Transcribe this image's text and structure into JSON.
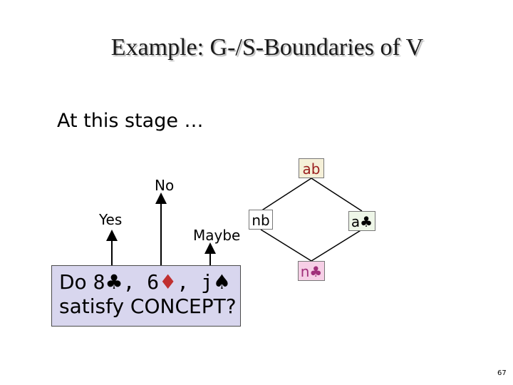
{
  "slide": {
    "title": "Example: G-/S-Boundaries of V",
    "subtitle": "At this stage …",
    "page_number": "67"
  },
  "answers": {
    "no": "No",
    "yes": "Yes",
    "maybe": "Maybe"
  },
  "question": {
    "prefix": "Do ",
    "instances": [
      {
        "rank": "8",
        "suit": "♣",
        "sep": ", "
      },
      {
        "rank": "6",
        "suit": "♦",
        "sep": ", "
      },
      {
        "rank": "j",
        "suit": "♠",
        "sep": ""
      }
    ],
    "line2": "satisfy CONCEPT?"
  },
  "lattice": {
    "top": "ab",
    "left": "nb",
    "right": "a♣",
    "bottom": "n♣"
  },
  "colors": {
    "top_node_bg": "#f5f0d8",
    "left_node_bg": "#ffffff",
    "right_node_bg": "#eef6e8",
    "bottom_node_bg": "#f6cfe6",
    "question_bg": "#d8d6ee",
    "top_node_text": "#9a1e1e",
    "bottom_node_text": "#a0307a"
  }
}
